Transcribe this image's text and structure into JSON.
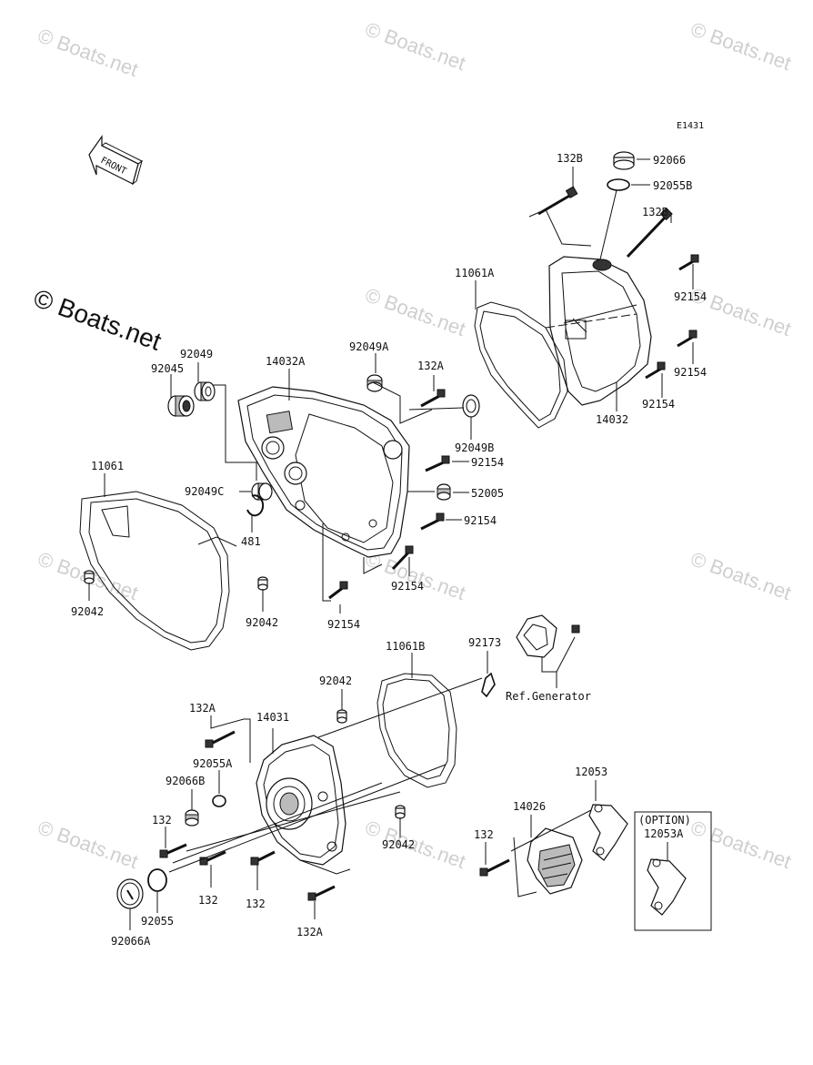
{
  "diagram_code": "E1431",
  "front_label": "FRONT",
  "watermark": "© Boats.net",
  "watermark_corner": "© Boats.net",
  "ref_generator": "Ref.Generator",
  "option_label": "(OPTION)",
  "parts": {
    "p132B_a": "132B",
    "p92066_a": "92066",
    "p92055B": "92055B",
    "p132B_b": "132B",
    "p11061A": "11061A",
    "p92154_a": "92154",
    "p92154_b": "92154",
    "p92154_c": "92154",
    "p14032": "14032",
    "p92049": "92049",
    "p92045": "92045",
    "p14032A": "14032A",
    "p92049A": "92049A",
    "p132A_a": "132A",
    "p92049B": "92049B",
    "p92154_d": "92154",
    "p52005": "52005",
    "p92154_e": "92154",
    "p92154_f": "92154",
    "p92154_g": "92154",
    "p92049C": "92049C",
    "p481": "481",
    "p11061": "11061",
    "p92042_a": "92042",
    "p92042_b": "92042",
    "p11061B": "11061B",
    "p92173": "92173",
    "p92042_c": "92042",
    "p132A_b": "132A",
    "p14031": "14031",
    "p92055A": "92055A",
    "p92066B": "92066B",
    "p132_a": "132",
    "p132_b": "132",
    "p132_c": "132",
    "p92055": "92055",
    "p92066A": "92066A",
    "p132A_c": "132A",
    "p92042_d": "92042",
    "p12053": "12053",
    "p14026": "14026",
    "p132_d": "132",
    "p12053A": "12053A"
  }
}
